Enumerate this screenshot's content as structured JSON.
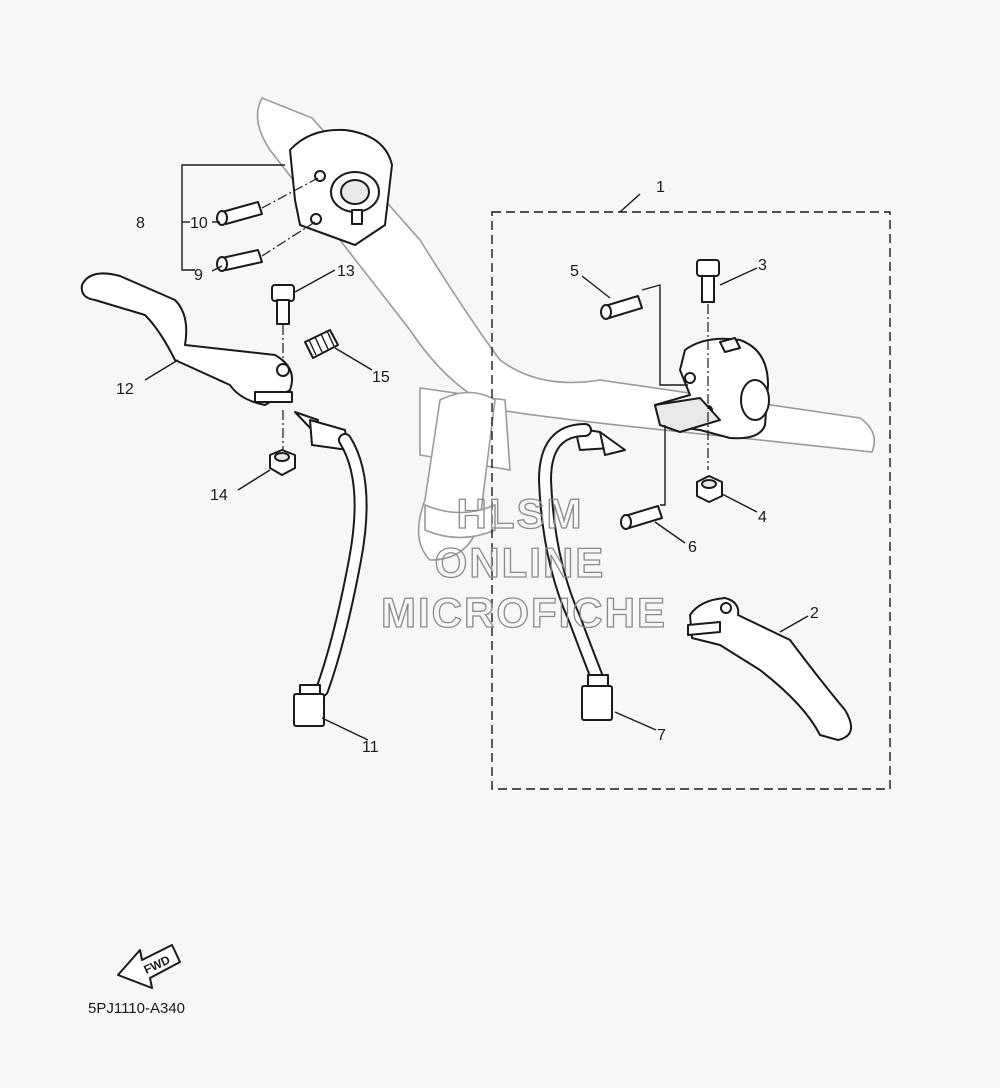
{
  "callouts": {
    "c1": "1",
    "c2": "2",
    "c3": "3",
    "c4": "4",
    "c5": "5",
    "c6": "6",
    "c7": "7",
    "c8": "8",
    "c9": "9",
    "c10": "10",
    "c11": "11",
    "c12": "12",
    "c13": "13",
    "c14": "14",
    "c15": "15"
  },
  "watermark": {
    "line1": "HLSM",
    "line2": "ONLINE",
    "line3": "MICROFICHE"
  },
  "fwd_label": "FWD",
  "diagram_code": "5PJ1110-A340"
}
